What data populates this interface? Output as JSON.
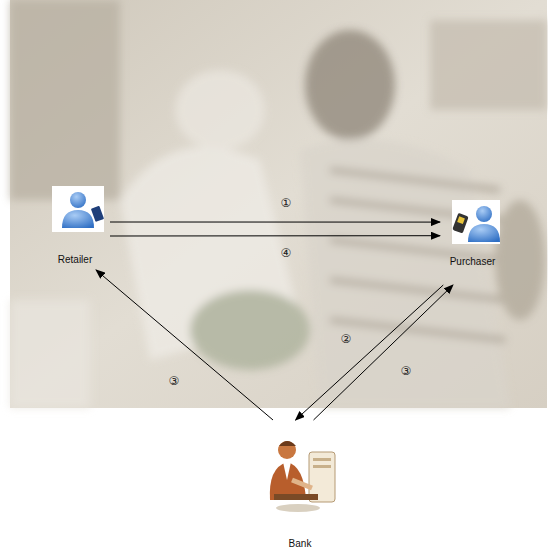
{
  "diagram": {
    "nodes": [
      {
        "text": [
          "Retailer"
        ]
      },
      {
        "text": [
          "Purchaser"
        ]
      },
      {
        "text": [
          "Bank"
        ]
      }
    ],
    "edges": [
      {
        "from": 0,
        "to": 1,
        "arrow": "to",
        "label": "①"
      },
      {
        "from": 0,
        "to": 1,
        "arrow": "to",
        "label": "④"
      },
      {
        "from": 1,
        "to": 2,
        "arrow": "to",
        "label": "②"
      },
      {
        "from": 2,
        "to": 1,
        "arrow": "to",
        "label": "③"
      },
      {
        "from": 2,
        "to": 0,
        "arrow": "to",
        "label": "③"
      }
    ]
  }
}
